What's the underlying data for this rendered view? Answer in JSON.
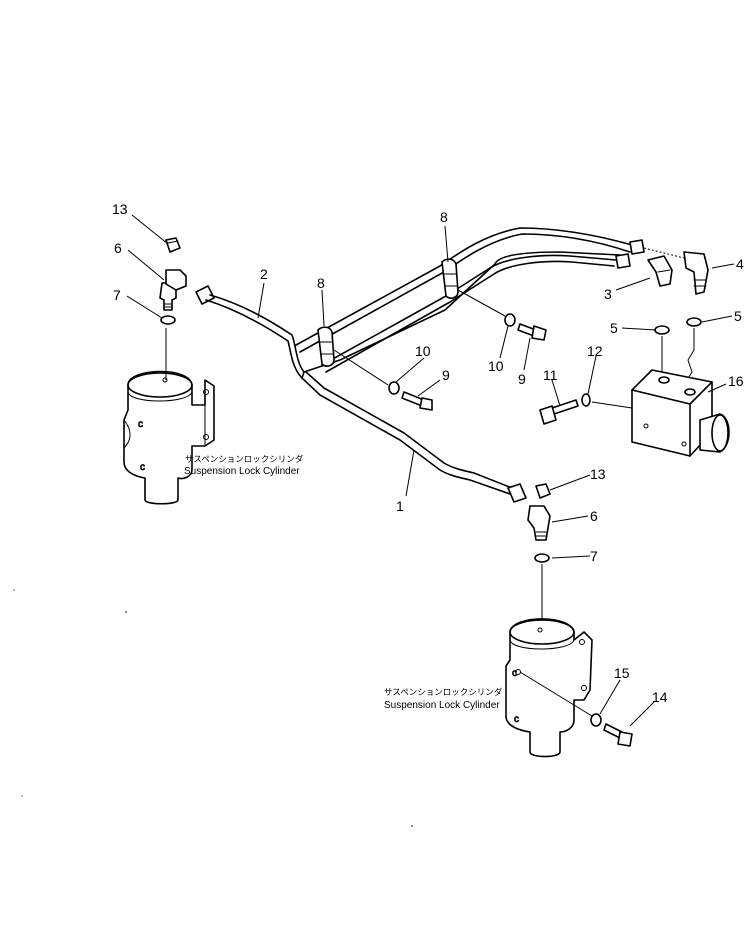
{
  "callouts": [
    {
      "id": "c13a",
      "text": "13"
    },
    {
      "id": "c6a",
      "text": "6"
    },
    {
      "id": "c7a",
      "text": "7"
    },
    {
      "id": "c2",
      "text": "2"
    },
    {
      "id": "c8a",
      "text": "8"
    },
    {
      "id": "c8b",
      "text": "8"
    },
    {
      "id": "c4",
      "text": "4"
    },
    {
      "id": "c3",
      "text": "3"
    },
    {
      "id": "c5a",
      "text": "5"
    },
    {
      "id": "c5b",
      "text": "5"
    },
    {
      "id": "c10a",
      "text": "10"
    },
    {
      "id": "c10b",
      "text": "10"
    },
    {
      "id": "c9a",
      "text": "9"
    },
    {
      "id": "c9b",
      "text": "9"
    },
    {
      "id": "c12",
      "text": "12"
    },
    {
      "id": "c11",
      "text": "11"
    },
    {
      "id": "c16",
      "text": "16"
    },
    {
      "id": "c1",
      "text": "1"
    },
    {
      "id": "c13b",
      "text": "13"
    },
    {
      "id": "c6b",
      "text": "6"
    },
    {
      "id": "c7b",
      "text": "7"
    },
    {
      "id": "c15",
      "text": "15"
    },
    {
      "id": "c14",
      "text": "14"
    }
  ],
  "labels": {
    "cylinder_left_jp": "サスペンションロックシリンダ",
    "cylinder_left_en": "Suspension Lock Cylinder",
    "cylinder_right_jp": "サスペンションロックシリンダ",
    "cylinder_right_en": "Suspension Lock Cylinder"
  },
  "colors": {
    "ink": "#000000",
    "paper": "#ffffff"
  }
}
